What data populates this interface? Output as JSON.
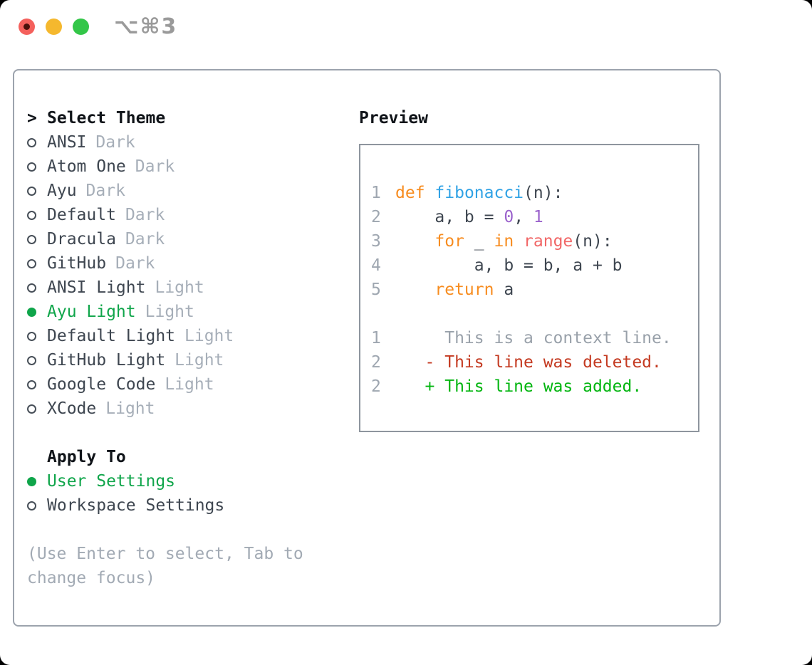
{
  "titlebar": {
    "shortcut": "⌥⌘3",
    "buttons": [
      "close",
      "minimize",
      "zoom"
    ]
  },
  "theme_list": {
    "prompt": ">",
    "header": "Select Theme",
    "items": [
      {
        "name": "ANSI",
        "variant": "Dark",
        "selected": false
      },
      {
        "name": "Atom One",
        "variant": "Dark",
        "selected": false
      },
      {
        "name": "Ayu",
        "variant": "Dark",
        "selected": false
      },
      {
        "name": "Default",
        "variant": "Dark",
        "selected": false
      },
      {
        "name": "Dracula",
        "variant": "Dark",
        "selected": false
      },
      {
        "name": "GitHub",
        "variant": "Dark",
        "selected": false
      },
      {
        "name": "ANSI Light",
        "variant": "Light",
        "selected": false
      },
      {
        "name": "Ayu Light",
        "variant": "Light",
        "selected": true
      },
      {
        "name": "Default Light",
        "variant": "Light",
        "selected": false
      },
      {
        "name": "GitHub Light",
        "variant": "Light",
        "selected": false
      },
      {
        "name": "Google Code",
        "variant": "Light",
        "selected": false
      },
      {
        "name": "XCode",
        "variant": "Light",
        "selected": false
      }
    ]
  },
  "apply_to": {
    "header": "Apply To",
    "options": [
      {
        "label": "User Settings",
        "selected": true
      },
      {
        "label": "Workspace Settings",
        "selected": false
      }
    ]
  },
  "hint": "(Use Enter to select, Tab to change focus)",
  "preview": {
    "header": "Preview",
    "code_lines": [
      {
        "num": "1",
        "tokens": [
          {
            "t": "def",
            "c": "k"
          },
          {
            "t": " "
          },
          {
            "t": "fibonacci",
            "c": "f"
          },
          {
            "t": "(n):"
          }
        ]
      },
      {
        "num": "2",
        "tokens": [
          {
            "t": "    a, b = "
          },
          {
            "t": "0",
            "c": "n"
          },
          {
            "t": ", "
          },
          {
            "t": "1",
            "c": "n"
          }
        ]
      },
      {
        "num": "3",
        "tokens": [
          {
            "t": "    "
          },
          {
            "t": "for",
            "c": "k"
          },
          {
            "t": " _ "
          },
          {
            "t": "in",
            "c": "k"
          },
          {
            "t": " "
          },
          {
            "t": "range",
            "c": "b"
          },
          {
            "t": "(n):"
          }
        ]
      },
      {
        "num": "4",
        "tokens": [
          {
            "t": "        a, b = b, a + b"
          }
        ]
      },
      {
        "num": "5",
        "tokens": [
          {
            "t": "    "
          },
          {
            "t": "return",
            "c": "k"
          },
          {
            "t": " a"
          }
        ]
      }
    ],
    "diff_lines": [
      {
        "num": "1",
        "kind": "context",
        "text": "     This is a context line."
      },
      {
        "num": "2",
        "kind": "deleted",
        "text": "   - This line was deleted."
      },
      {
        "num": "2",
        "kind": "added",
        "text": "   + This line was added."
      }
    ]
  },
  "colors": {
    "accent_green": "#0fa54a",
    "keyword_orange": "#f78c1f",
    "function_blue": "#30a2e5",
    "number_purple": "#9b63cc",
    "builtin_coral": "#f16767",
    "diff_deleted_red": "#c43a21",
    "diff_added_green": "#01b50f",
    "muted_gray": "#a6aeb8",
    "text_dark": "#3e4650",
    "traffic_red": "#f4605c",
    "traffic_yellow": "#f5b82e",
    "traffic_green": "#33c648"
  }
}
